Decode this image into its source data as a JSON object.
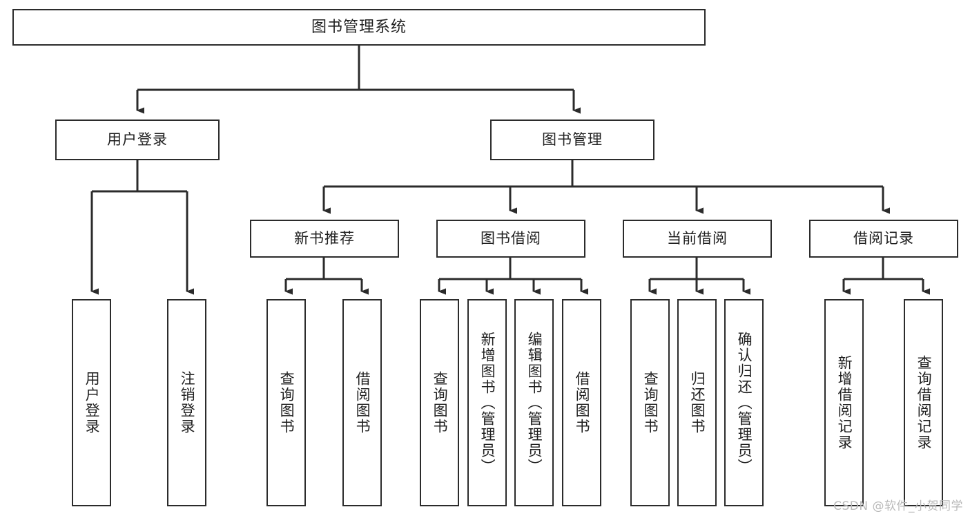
{
  "diagram": {
    "title": "图书管理系统",
    "watermark": "CSDN @软件_小贺同学",
    "line_color": "#2b2b2b",
    "box_fill": "#ffffff",
    "text_color": "#1f1f1f",
    "watermark_color": "#b9b9b9",
    "levels": {
      "level1": [
        "图书管理系统"
      ],
      "level2": [
        "用户登录",
        "图书管理"
      ],
      "level3": [
        "新书推荐",
        "图书借阅",
        "当前借阅",
        "借阅记录"
      ],
      "level4": [
        "用户登录",
        "注销登录",
        "查询图书",
        "借阅图书",
        "查询图书",
        "新增图书（管理员）",
        "编辑图书（管理员）",
        "借阅图书",
        "查询图书",
        "归还图书",
        "确认归还（管理员）",
        "新增借阅记录",
        "查询借阅记录"
      ]
    },
    "nodes": {
      "root": {
        "label": "图书管理系统"
      },
      "user_login": {
        "label": "用户登录"
      },
      "book_mgmt": {
        "label": "图书管理"
      },
      "new_book_rec": {
        "label": "新书推荐"
      },
      "book_borrow": {
        "label": "图书借阅"
      },
      "current_borrow": {
        "label": "当前借阅"
      },
      "borrow_record": {
        "label": "借阅记录"
      },
      "leaf_user_login": {
        "label": "用户登录"
      },
      "leaf_logout": {
        "label": "注销登录"
      },
      "leaf_query_book_1": {
        "label": "查询图书"
      },
      "leaf_borrow_book_1": {
        "label": "借阅图书"
      },
      "leaf_query_book_2": {
        "label": "查询图书"
      },
      "leaf_add_book": {
        "label": "新增图书（管理员）"
      },
      "leaf_edit_book": {
        "label": "编辑图书（管理员）"
      },
      "leaf_borrow_book_2": {
        "label": "借阅图书"
      },
      "leaf_query_book_3": {
        "label": "查询图书"
      },
      "leaf_return_book": {
        "label": "归还图书"
      },
      "leaf_confirm_return": {
        "label": "确认归还（管理员）"
      },
      "leaf_add_record": {
        "label": "新增借阅记录"
      },
      "leaf_query_record": {
        "label": "查询借阅记录"
      }
    }
  }
}
